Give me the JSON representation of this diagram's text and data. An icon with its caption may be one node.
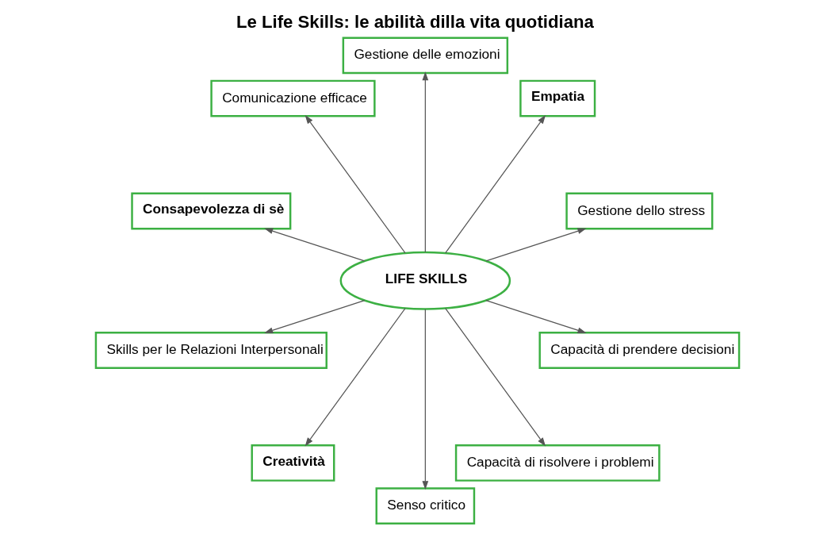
{
  "diagram": {
    "title": "Le Life Skills: le abilità dilla vita quotidiana",
    "nodes": [
      {
        "text": [
          "LIFE SKILLS"
        ]
      },
      {
        "text": [
          "Gestione dello stress"
        ]
      },
      {
        "text": [
          "Empatia"
        ]
      },
      {
        "text": [
          "Gestione delle emozioni"
        ]
      },
      {
        "text": [
          "Comunicazione efficace"
        ]
      },
      {
        "text": [
          "Consapevolezza di sè"
        ]
      },
      {
        "text": [
          "Skills per le Relazioni Interpersonali"
        ]
      },
      {
        "text": [
          "Creatività"
        ]
      },
      {
        "text": [
          "Senso critico"
        ]
      },
      {
        "text": [
          "Capacità di risolvere i problemi"
        ]
      },
      {
        "text": [
          "Capacità di prendere decisioni"
        ]
      }
    ],
    "edges": [
      {
        "from": 0,
        "to": 1,
        "arrow": "to"
      },
      {
        "from": 0,
        "to": 2,
        "arrow": "to"
      },
      {
        "from": 0,
        "to": 3,
        "arrow": "to"
      },
      {
        "from": 0,
        "to": 4,
        "arrow": "to"
      },
      {
        "from": 0,
        "to": 5,
        "arrow": "to"
      },
      {
        "from": 0,
        "to": 6,
        "arrow": "to"
      },
      {
        "from": 0,
        "to": 7,
        "arrow": "to"
      },
      {
        "from": 0,
        "to": 8,
        "arrow": "to"
      },
      {
        "from": 0,
        "to": 9,
        "arrow": "to"
      },
      {
        "from": 0,
        "to": 10,
        "arrow": "to"
      }
    ]
  }
}
